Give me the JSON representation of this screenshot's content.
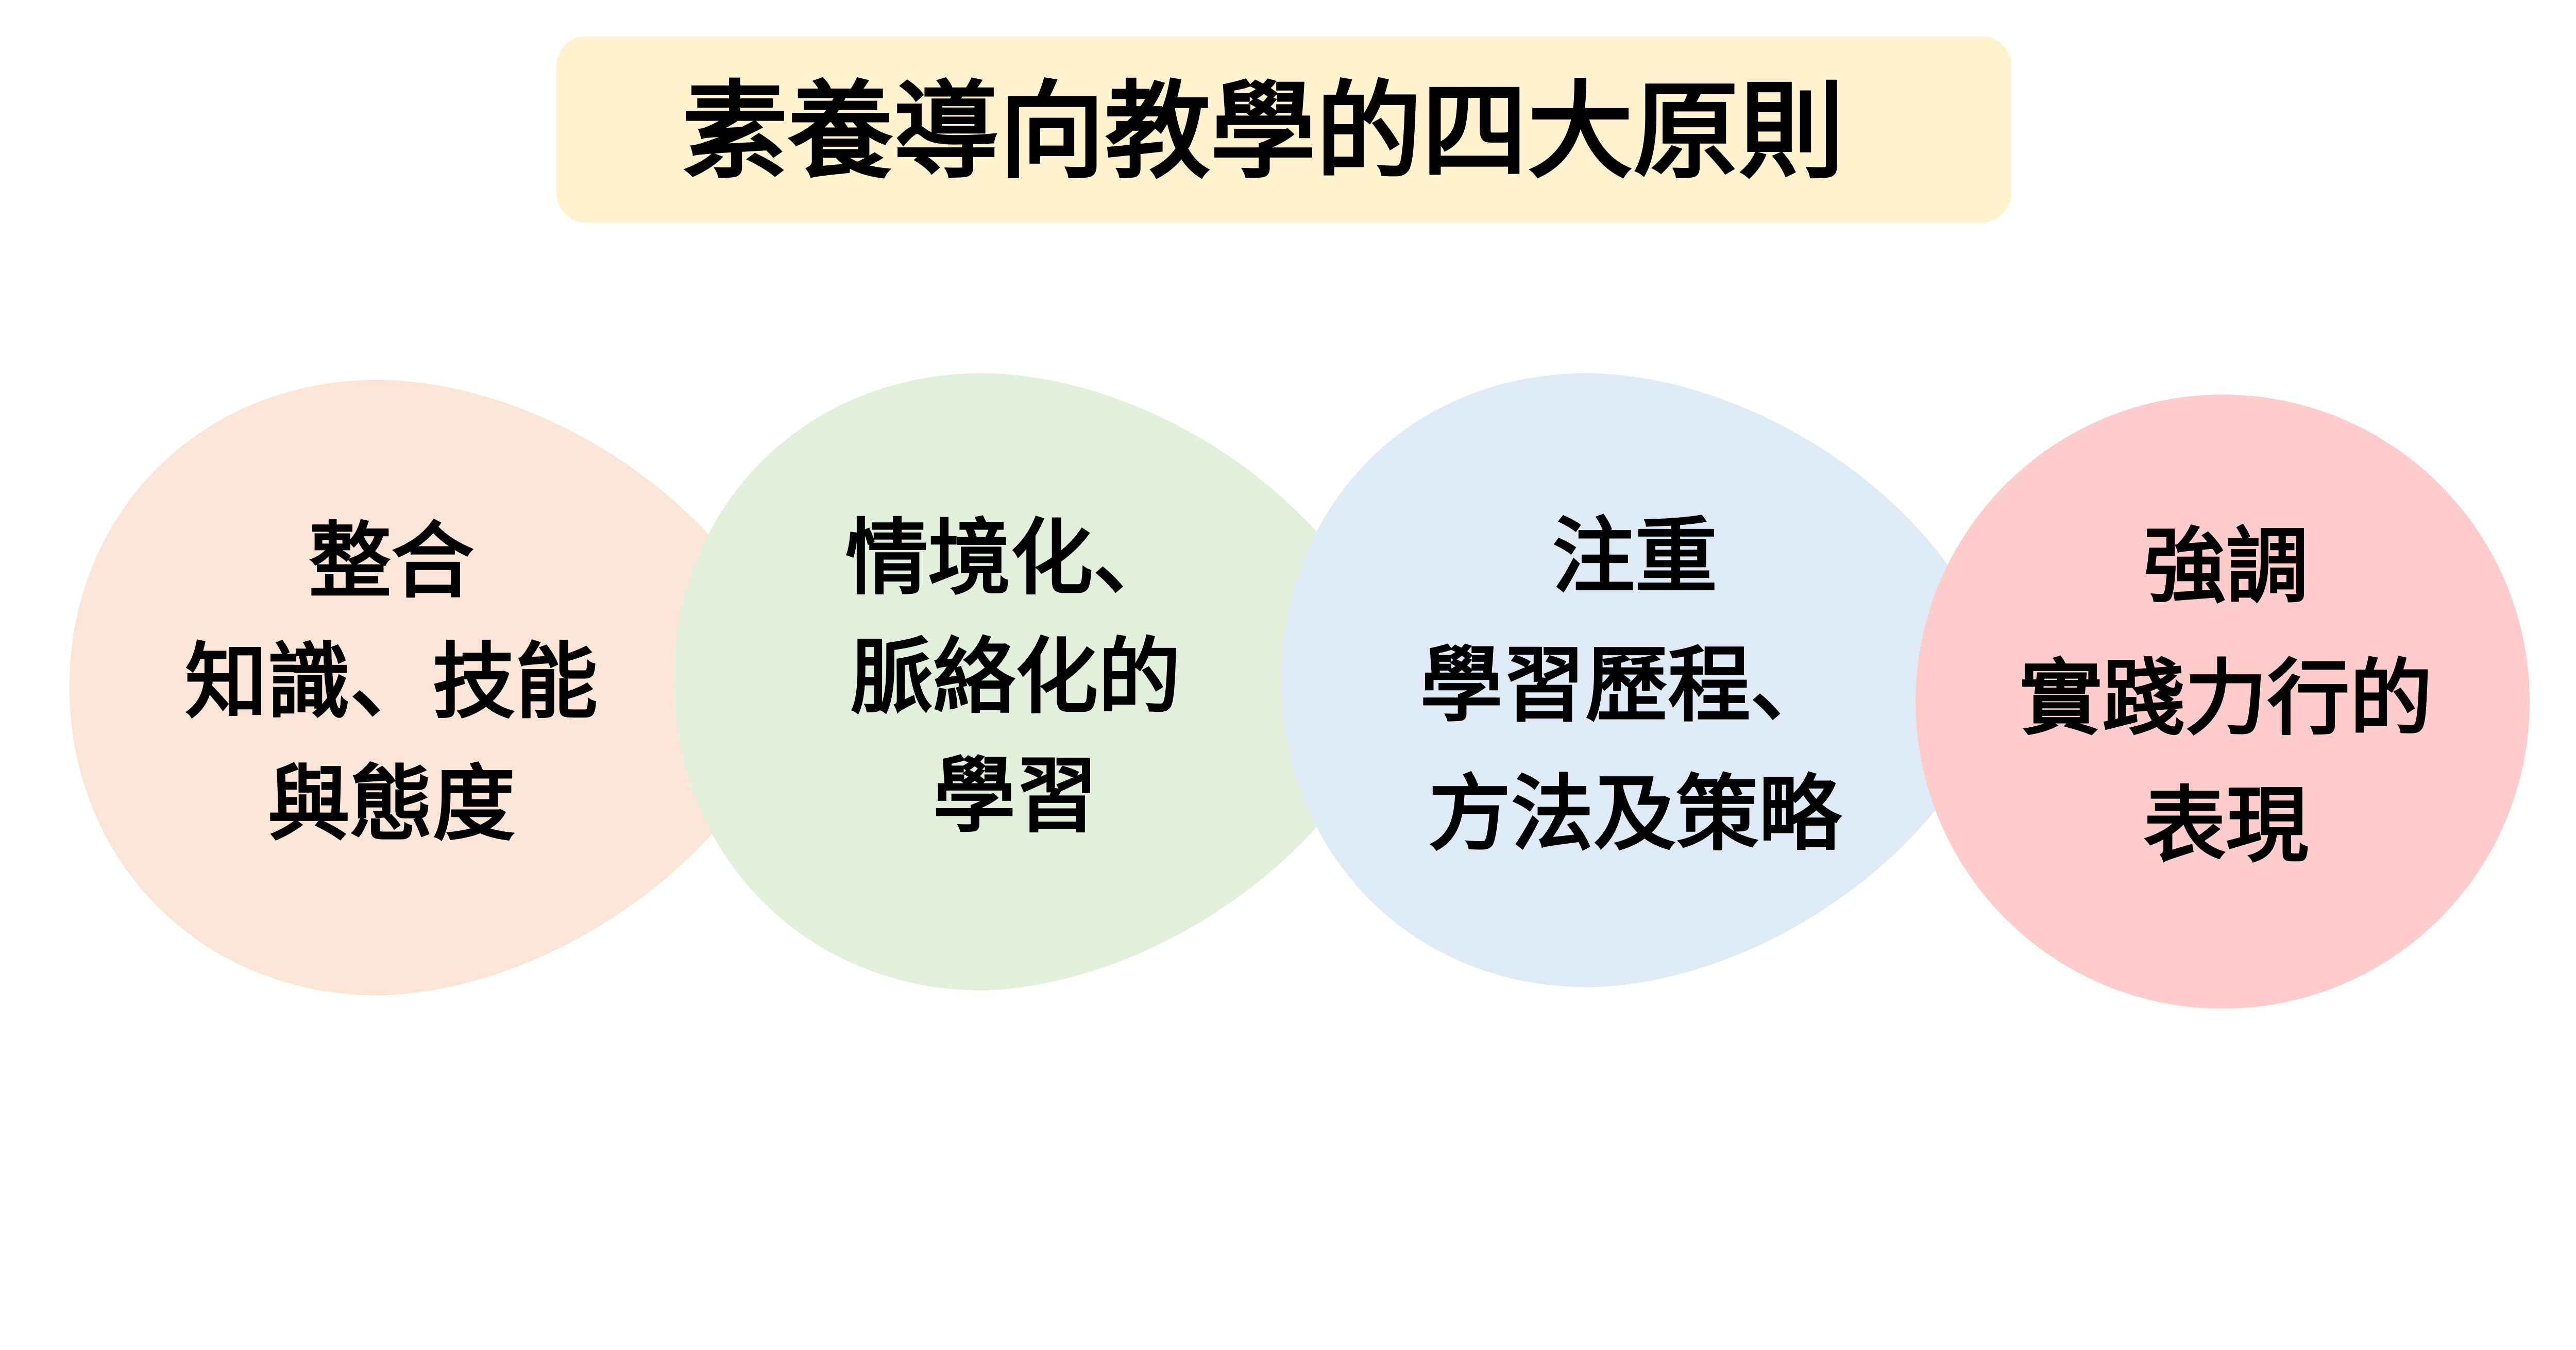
{
  "title": "素養導向教學的四大原則",
  "colors": {
    "title_bg": "#FFF2CC",
    "principle_1": "#FBE5D6",
    "principle_2": "#E2EFDA",
    "principle_3": "#DEEBF7",
    "principle_4": "#FFCCCC"
  },
  "principles": [
    {
      "lines": [
        "整合",
        "知識、技能",
        "與態度"
      ]
    },
    {
      "lines": [
        "情境化、",
        "脈絡化的",
        "學習"
      ]
    },
    {
      "lines": [
        "注重",
        "學習歷程、",
        "方法及策略"
      ]
    },
    {
      "lines": [
        "強調",
        "實踐力行的",
        "表現"
      ]
    }
  ]
}
